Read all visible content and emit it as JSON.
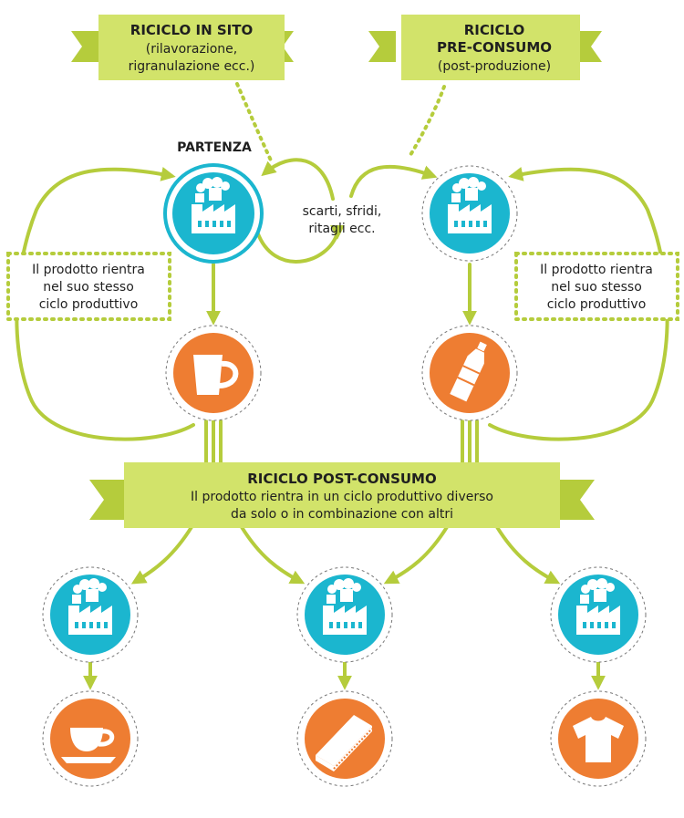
{
  "banners": {
    "in_sito": {
      "title": "RICICLO IN SITO",
      "line1": "(rilavorazione,",
      "line2": "rigranulazione ecc.)"
    },
    "pre_consumo": {
      "title1": "RICICLO",
      "title2": "PRE-CONSUMO",
      "line1": "(post-produzione)"
    },
    "post_consumo": {
      "title": "RICICLO POST-CONSUMO",
      "line1": "Il prodotto rientra in un ciclo produttivo diverso",
      "line2": "da solo o in combinazione con altri"
    }
  },
  "labels": {
    "partenza": "PARTENZA",
    "scarti1": "scarti, sfridi,",
    "scarti2": "ritagli ecc."
  },
  "side_boxes": {
    "left": [
      "Il prodotto rientra",
      "nel suo stesso",
      "ciclo produttivo"
    ],
    "right": [
      "Il prodotto rientra",
      "nel suo stesso",
      "ciclo produttivo"
    ]
  },
  "icons": {
    "factory": "factory-icon",
    "mug": "mug-icon",
    "bottle": "bottle-icon",
    "cup": "cup-and-saucer-icon",
    "panel": "panel-board-icon",
    "tshirt": "tshirt-icon"
  },
  "colors": {
    "green": "#b5cc3c",
    "lime_banner": "#d2e36a",
    "blue": "#1bb6cf",
    "orange": "#ee7d32",
    "white": "#ffffff",
    "dark": "#1f1f1f"
  }
}
